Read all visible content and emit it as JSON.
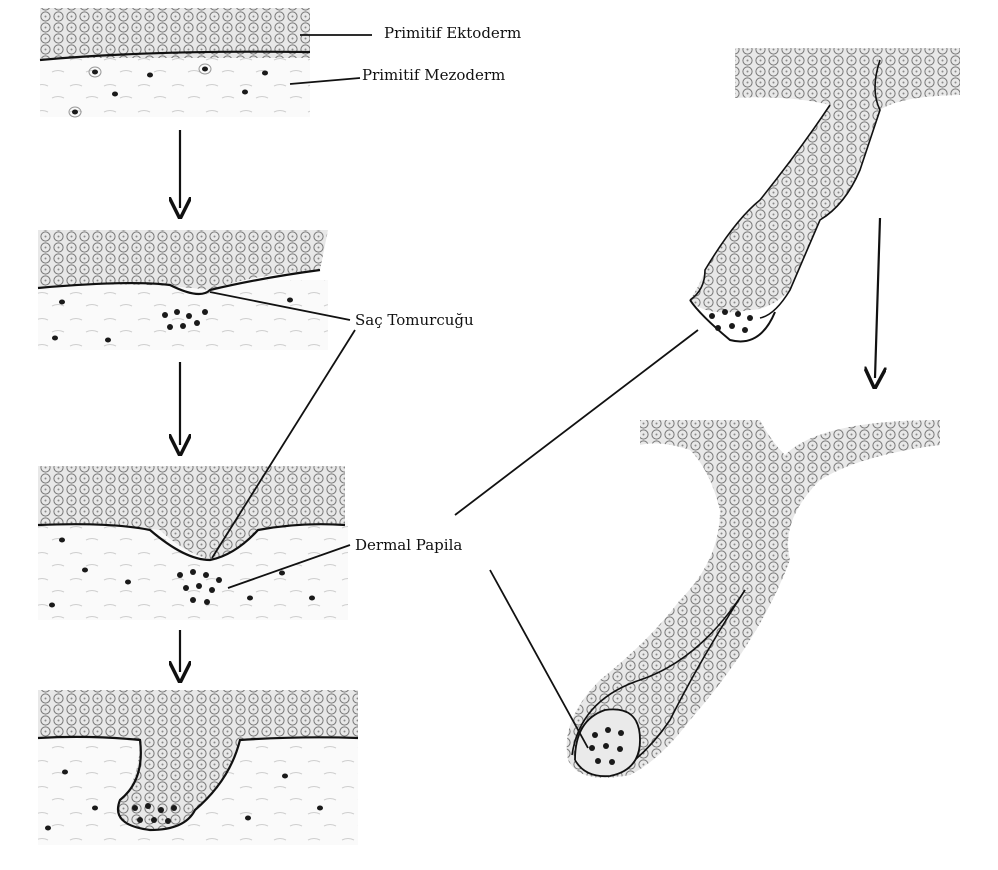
{
  "labels": {
    "ectoderm": "Primitif Ektoderm",
    "mesoderm": "Primitif Mezoderm",
    "hair_bud": "Saç Tomurcuğu",
    "dermal_papilla": "Dermal Papila"
  },
  "colors": {
    "ink": "#111111",
    "epithelium_fill": "#e6e6e6",
    "dermis_fill": "#f8f8f8",
    "cell_nucleus": "#1a1a1a"
  },
  "stages": [
    "primitive-skin",
    "hair-germ",
    "hair-peg",
    "elongating-peg",
    "follicle-with-bud",
    "mature-follicle"
  ]
}
